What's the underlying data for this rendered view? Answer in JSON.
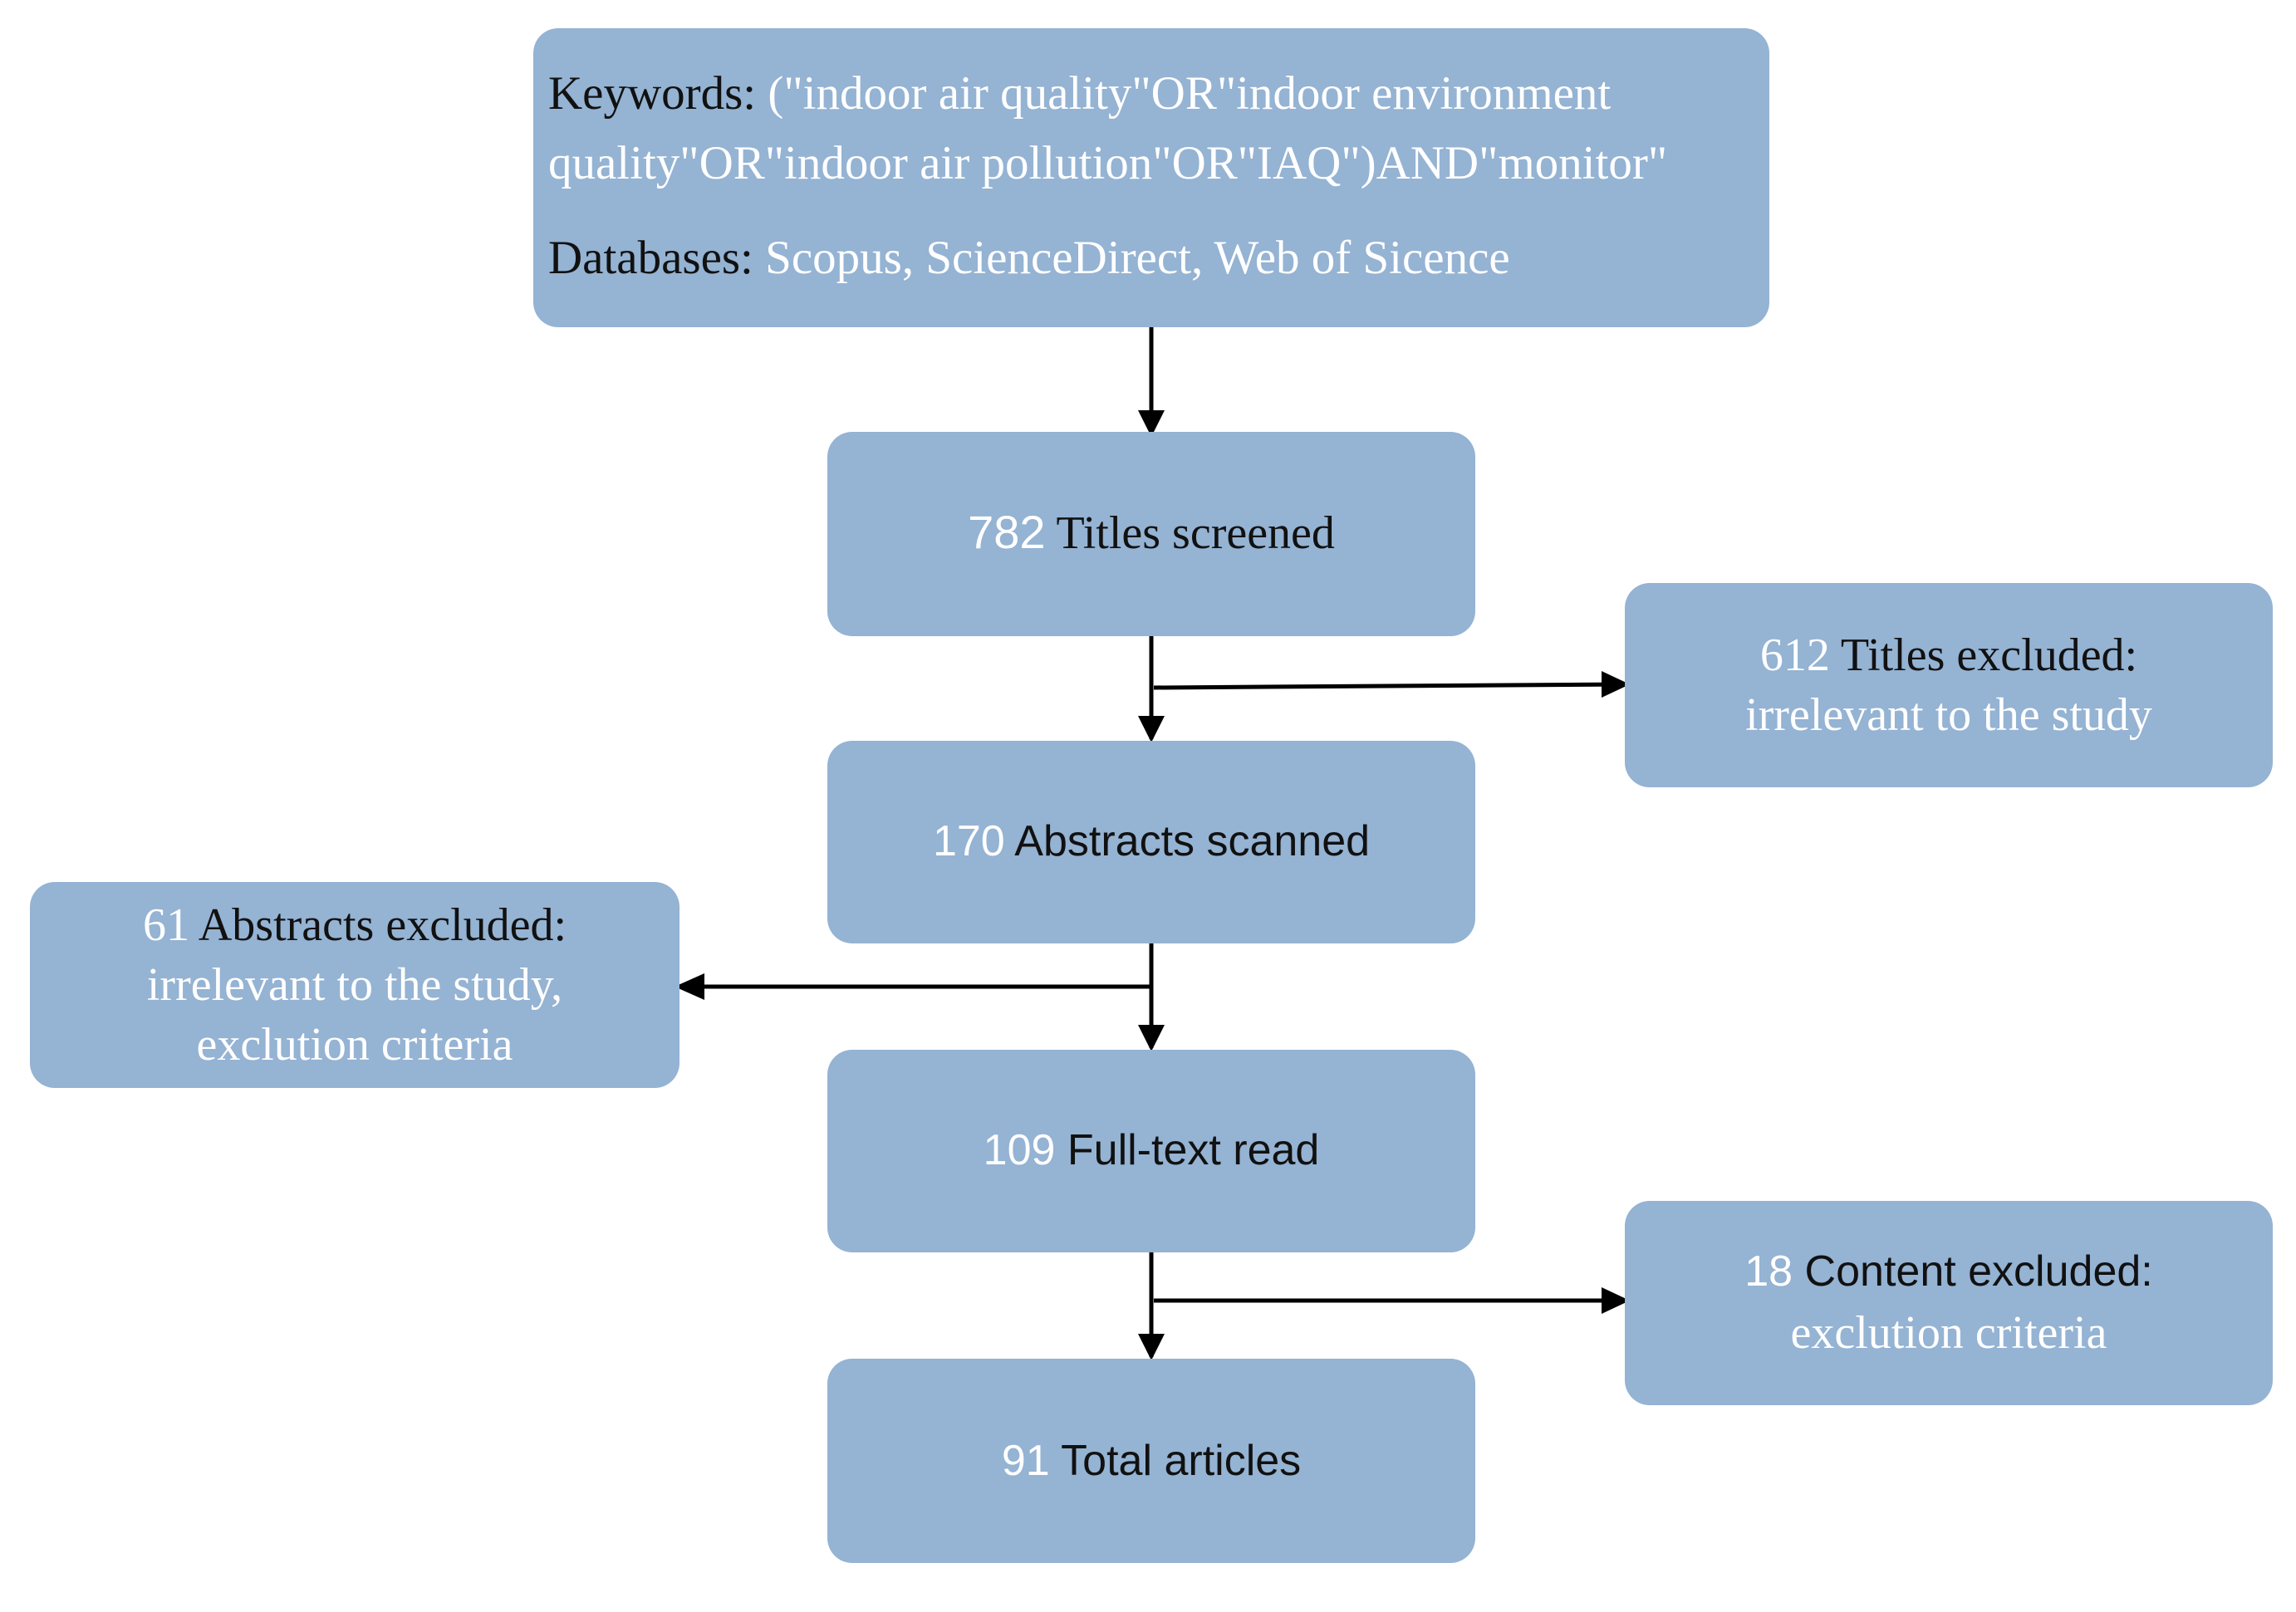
{
  "search": {
    "keywords_label": "Keywords:",
    "keywords_line1": " (\"indoor air quality\"OR\"indoor environment",
    "keywords_line2": "quality\"OR\"indoor air pollution\"OR\"IAQ\")AND\"monitor\"",
    "databases_label": "Databases:",
    "databases_value": " Scopus, ScienceDirect, Web of Sicence"
  },
  "steps": {
    "titles": {
      "count": "782",
      "label": " Titles screened"
    },
    "abstracts": {
      "count": "170",
      "label": " Abstracts scanned"
    },
    "fulltext": {
      "count": "109",
      "label": " Full-text read"
    },
    "total": {
      "count": "91",
      "label": " Total articles"
    }
  },
  "exclusions": {
    "titles": {
      "count": "612",
      "label": " Titles excluded:",
      "reason": "irrelevant to the study"
    },
    "abstracts": {
      "count": "61",
      "label": " Abstracts excluded:",
      "reason_line1": "irrelevant to the study,",
      "reason_line2": "exclution criteria"
    },
    "content": {
      "count": "18",
      "label": " Content excluded:",
      "reason": "exclution criteria"
    }
  },
  "colors": {
    "box_fill": "#95b3d3",
    "arrow": "#000000",
    "number_text": "#ffffff"
  }
}
